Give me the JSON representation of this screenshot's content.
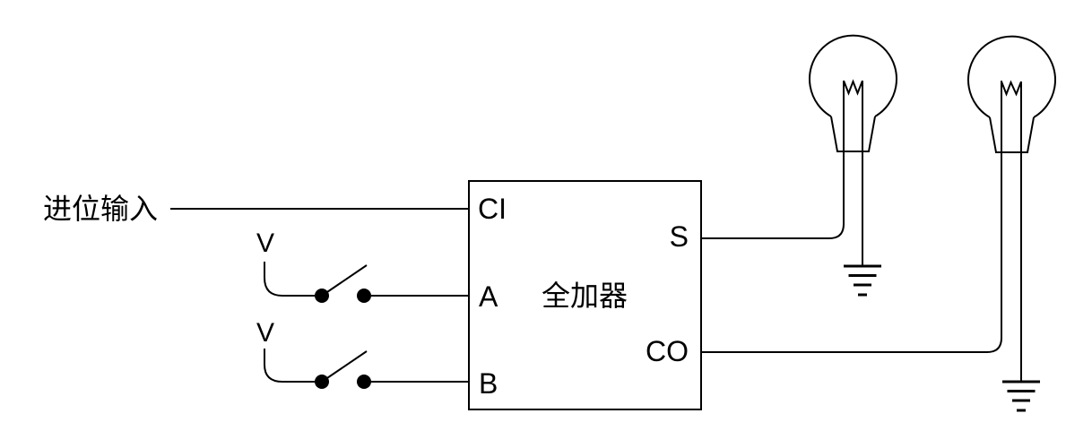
{
  "diagram": {
    "colors": {
      "stroke": "#000000",
      "background": "#ffffff"
    },
    "labels": {
      "carry_in": "进位输入",
      "switch_a_voltage": "V",
      "switch_b_voltage": "V",
      "adder_title": "全加器",
      "port_ci": "CI",
      "port_a": "A",
      "port_b": "B",
      "port_s": "S",
      "port_co": "CO"
    }
  }
}
